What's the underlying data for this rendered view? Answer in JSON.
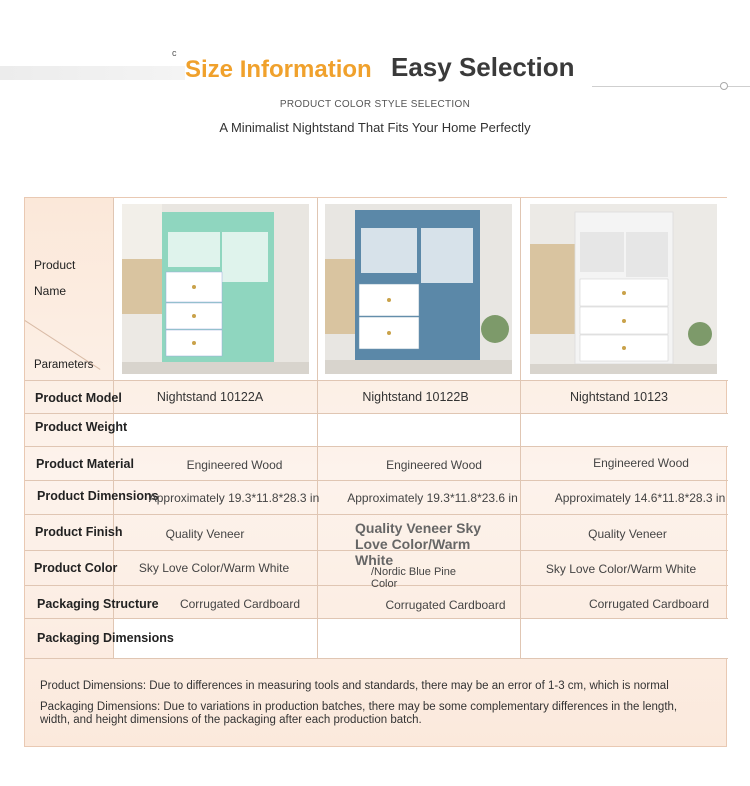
{
  "header": {
    "title_accent": "Size Information",
    "title_main": "Easy Selection",
    "subtitle_small": "PRODUCT COLOR STYLE SELECTION",
    "subtitle_main": "A Minimalist Nightstand That Fits Your Home Perfectly"
  },
  "table": {
    "corner": {
      "top": "Product",
      "mid": "Name",
      "bottom": "Parameters"
    },
    "rows": [
      {
        "label": "Product Model",
        "values": [
          "Nightstand 10122A",
          "Nightstand 10122B",
          "Nightstand 10123"
        ]
      },
      {
        "label": "Product Weight",
        "values": [
          "",
          "",
          ""
        ]
      },
      {
        "label": "Product Material",
        "values": [
          "Engineered Wood",
          "Engineered Wood",
          "Engineered Wood"
        ]
      },
      {
        "label": "Product Dimensions",
        "values": [
          "Approximately 19.3*11.8*28.3 in",
          "Approximately 19.3*11.8*23.6 in",
          "Approximately 14.6*11.8*28.3 in"
        ]
      },
      {
        "label": "Product Finish",
        "values": [
          "Quality Veneer",
          "Quality Veneer Sky Love Color/Warm White",
          "Quality Veneer"
        ]
      },
      {
        "label": "Product Color",
        "values": [
          "Sky Love Color/Warm White",
          "/Nordic Blue Pine Color",
          "Sky Love Color/Warm White"
        ]
      },
      {
        "label": "Packaging Structure",
        "values": [
          "Corrugated Cardboard",
          "Corrugated Cardboard",
          "Corrugated Cardboard"
        ]
      },
      {
        "label": "Packaging Dimensions",
        "values": [
          "",
          "",
          ""
        ]
      }
    ],
    "images": [
      {
        "icon": "mint-green-nightstand-photo",
        "body": "#8fd6bf",
        "drawer": "#ffffff"
      },
      {
        "icon": "blue-pine-nightstand-photo",
        "body": "#5b88a8",
        "drawer": "#ffffff"
      },
      {
        "icon": "white-nightstand-photo",
        "body": "#f4f4f4",
        "drawer": "#ffffff"
      }
    ]
  },
  "notes": {
    "line1": "Product Dimensions: Due to differences in measuring tools and standards, there may be an error of 1-3 cm, which is normal",
    "line2": "Packaging Dimensions: Due to variations in production batches, there may be some complementary differences in the length, width, and height dimensions of the packaging after each production batch."
  }
}
